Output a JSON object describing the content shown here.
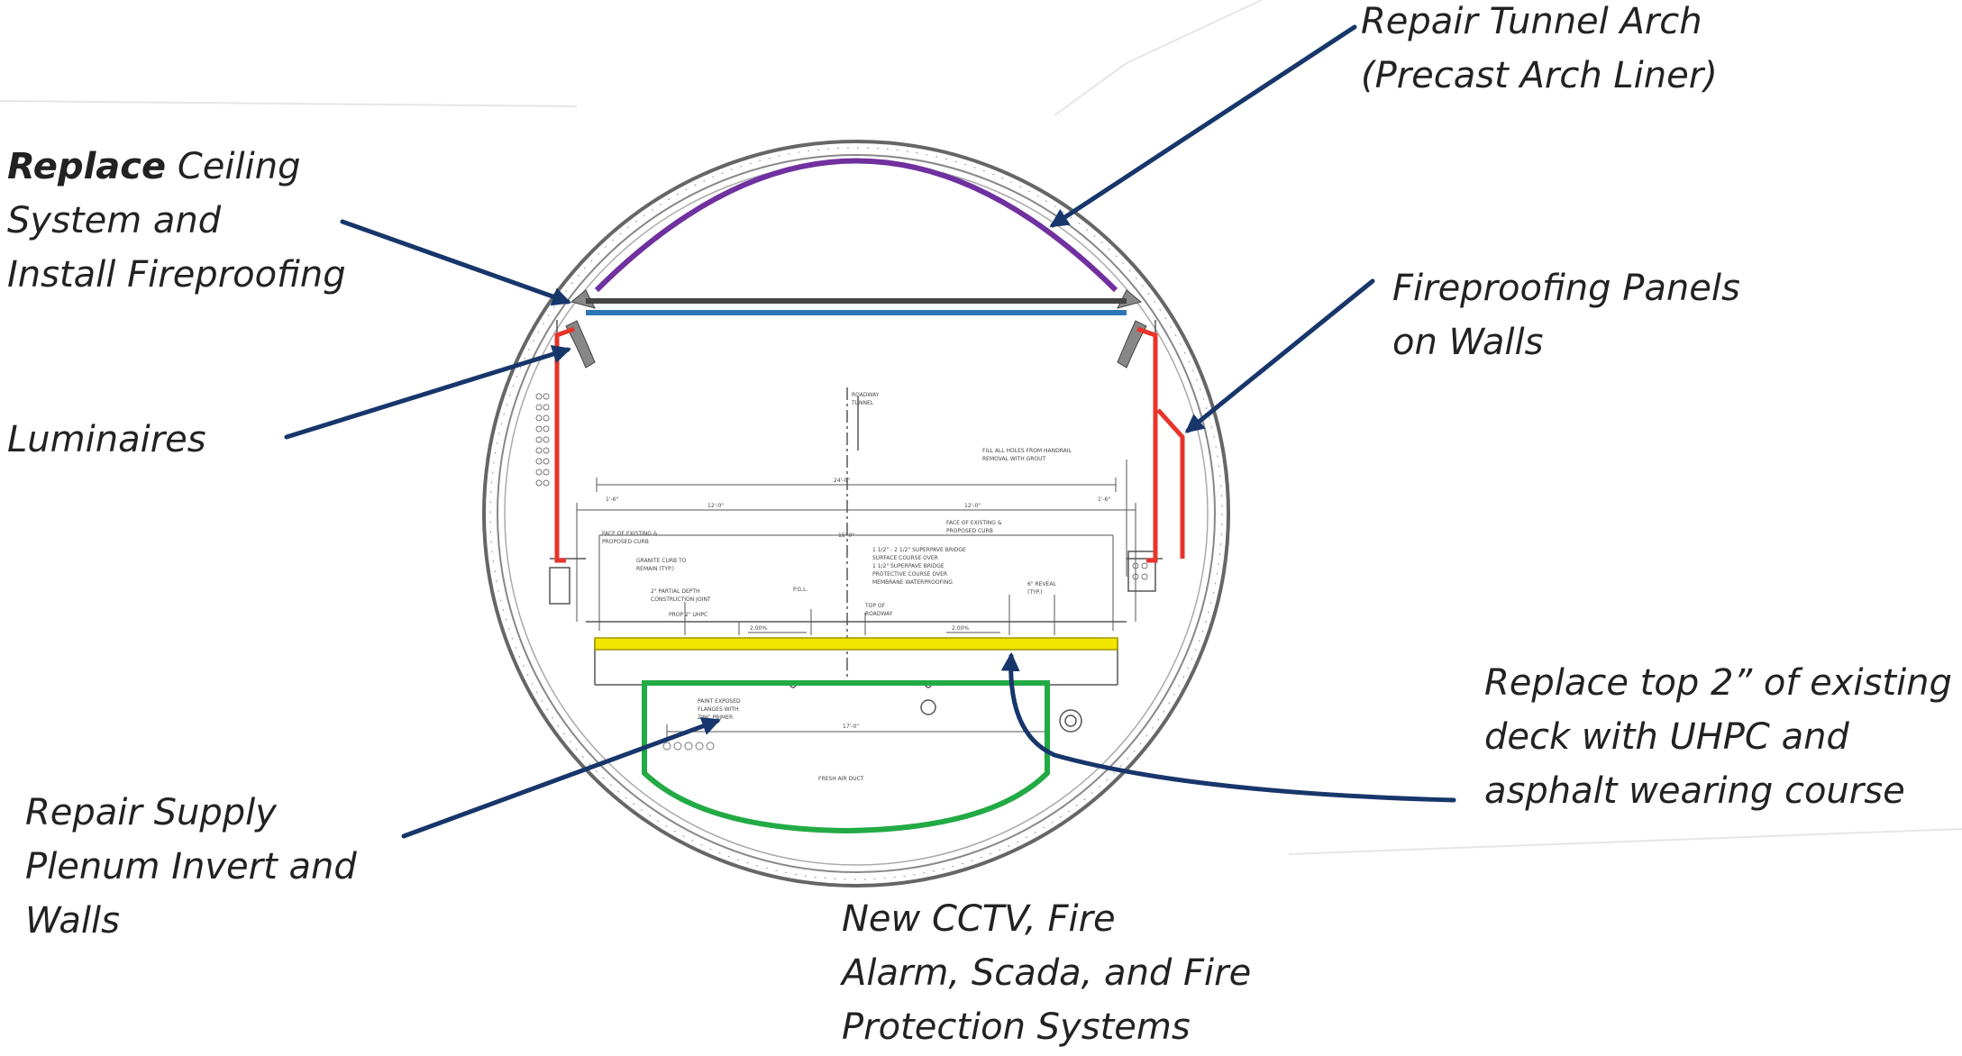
{
  "callouts": {
    "arch": {
      "lines": [
        "Repair Tunnel Arch",
        "(Precast Arch Liner)"
      ]
    },
    "ceiling": {
      "bold": "Replace",
      "lines": [
        " Ceiling",
        "System and",
        "Install Fireproofing"
      ]
    },
    "luminaires": {
      "lines": [
        "Luminaires"
      ]
    },
    "walls": {
      "lines": [
        "Fireproofing Panels",
        "on Walls"
      ]
    },
    "deck": {
      "lines": [
        "Replace top 2” of existing",
        "deck with UHPC and",
        "asphalt wearing course"
      ]
    },
    "plenum": {
      "lines": [
        "Repair Supply",
        "Plenum Invert and",
        "Walls"
      ]
    },
    "systems": {
      "lines": [
        "New CCTV, Fire",
        "Alarm, Scada, and Fire",
        "Protection Systems"
      ]
    }
  },
  "drawing": {
    "labels": {
      "roadway_tunnel_1": "ROADWAY",
      "roadway_tunnel_2": "TUNNEL",
      "fill_holes_1": "FILL ALL HOLES FROM HANDRAIL",
      "fill_holes_2": "REMOVAL WITH GROUT",
      "face_left_1": "FACE OF EXISTING &",
      "face_left_2": "PROPOSED CURB",
      "face_right_1": "FACE OF EXISTING &",
      "face_right_2": "PROPOSED CURB",
      "granite_1": "GRANITE CURB TO",
      "granite_2": "REMAIN (TYP.)",
      "uhpc_joint_1": "2\" PARTIAL DEPTH",
      "uhpc_joint_2": "CONSTRUCTION JOINT",
      "prop_uhpc": "PROP 2\" UHPC",
      "pgl": "P.G.L.",
      "superpave_1": "1 1/2\" - 2 1/2\" SUPERPAVE BRIDGE",
      "superpave_2": "SURFACE COURSE OVER",
      "superpave_3": "1 1/2\" SUPERPAVE BRIDGE",
      "superpave_4": "PROTECTIVE COURSE OVER",
      "superpave_5": "MEMBRANE WATERPROOFING",
      "top_roadway_1": "TOP OF",
      "top_roadway_2": "ROADWAY",
      "reveal_1": "6\" REVEAL",
      "reveal_2": "(TYP.)",
      "paint_1": "PAINT EXPOSED",
      "paint_2": "FLANGES WITH",
      "paint_3": "ZINC PRIMER",
      "fresh_air": "FRESH AIR DUCT",
      "dim_overall": "24'-0\"",
      "dim_left": "12'-0\"",
      "dim_right": "12'-0\"",
      "dim_curb_left": "1'-6\"",
      "dim_curb_right": "1'-6\"",
      "dim_duct": "17'-0\"",
      "dim_crown": "15'-0\"",
      "slope_left": "2.00%",
      "slope_right": "2.00%"
    }
  },
  "colors": {
    "arrow": "#17366b",
    "arch": "#7030a0",
    "ceiling": "#2e75b6",
    "walls": "#e8342a",
    "deck": "#f2e500",
    "plenum": "#22aa44",
    "linework": "#555555"
  }
}
